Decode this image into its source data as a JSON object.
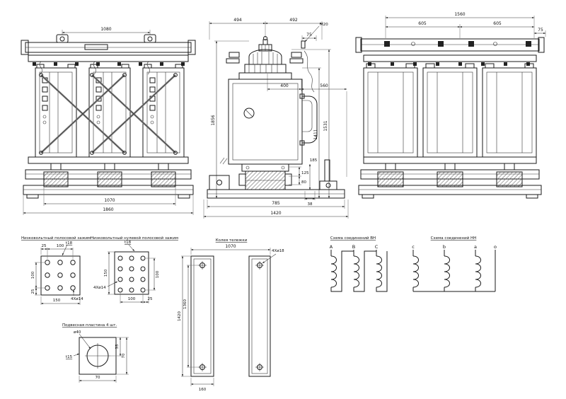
{
  "front_view": {
    "dim_top": "1080",
    "dim_track": "1070",
    "dim_width": "1860"
  },
  "side_view": {
    "d494": "494",
    "d492": "492",
    "d75": "75",
    "m20": "M20",
    "d400": "400",
    "d560": "560",
    "h1856": "1856",
    "h1411": "1411",
    "h1531": "1531",
    "d185": "185",
    "d125": "125",
    "d80": "80",
    "d38": "38",
    "d785": "785",
    "d1420": "1420"
  },
  "rear_view": {
    "d1560": "1560",
    "d605a": "605",
    "d605b": "605",
    "d75": "75"
  },
  "clamp_phase": {
    "title": "Низковольтный полосовой зажим",
    "d25_top": "25",
    "d100_top": "100",
    "t18": "t18",
    "d100_left": "100",
    "d25_left": "25",
    "d150": "150",
    "holes": "4Xø14"
  },
  "clamp_neutral": {
    "title": "Низковольтный нулевой полосовой зажим",
    "t18": "t18",
    "d150": "150",
    "d100_right": "100",
    "d100_bot": "100",
    "d25_bot": "25",
    "holes": "4Xø14"
  },
  "hanger_plate": {
    "title": "Подвесная пластина 4 шт.",
    "dia": "ø40",
    "t15": "t15",
    "d70_bot": "70",
    "d35": "35",
    "d70_right": "70"
  },
  "skid_rails": {
    "title": "Колея тележки",
    "d1070": "1070",
    "d1420": "1420",
    "d1360": "1360",
    "d160": "160",
    "holes": "4Xø18"
  },
  "hv_schema": {
    "title": "Схема соединений ВН",
    "a": "A",
    "b": "B",
    "c": "C"
  },
  "lv_schema": {
    "title": "Схема соединений НН",
    "c": "c",
    "b": "b",
    "a": "a",
    "o": "o"
  }
}
